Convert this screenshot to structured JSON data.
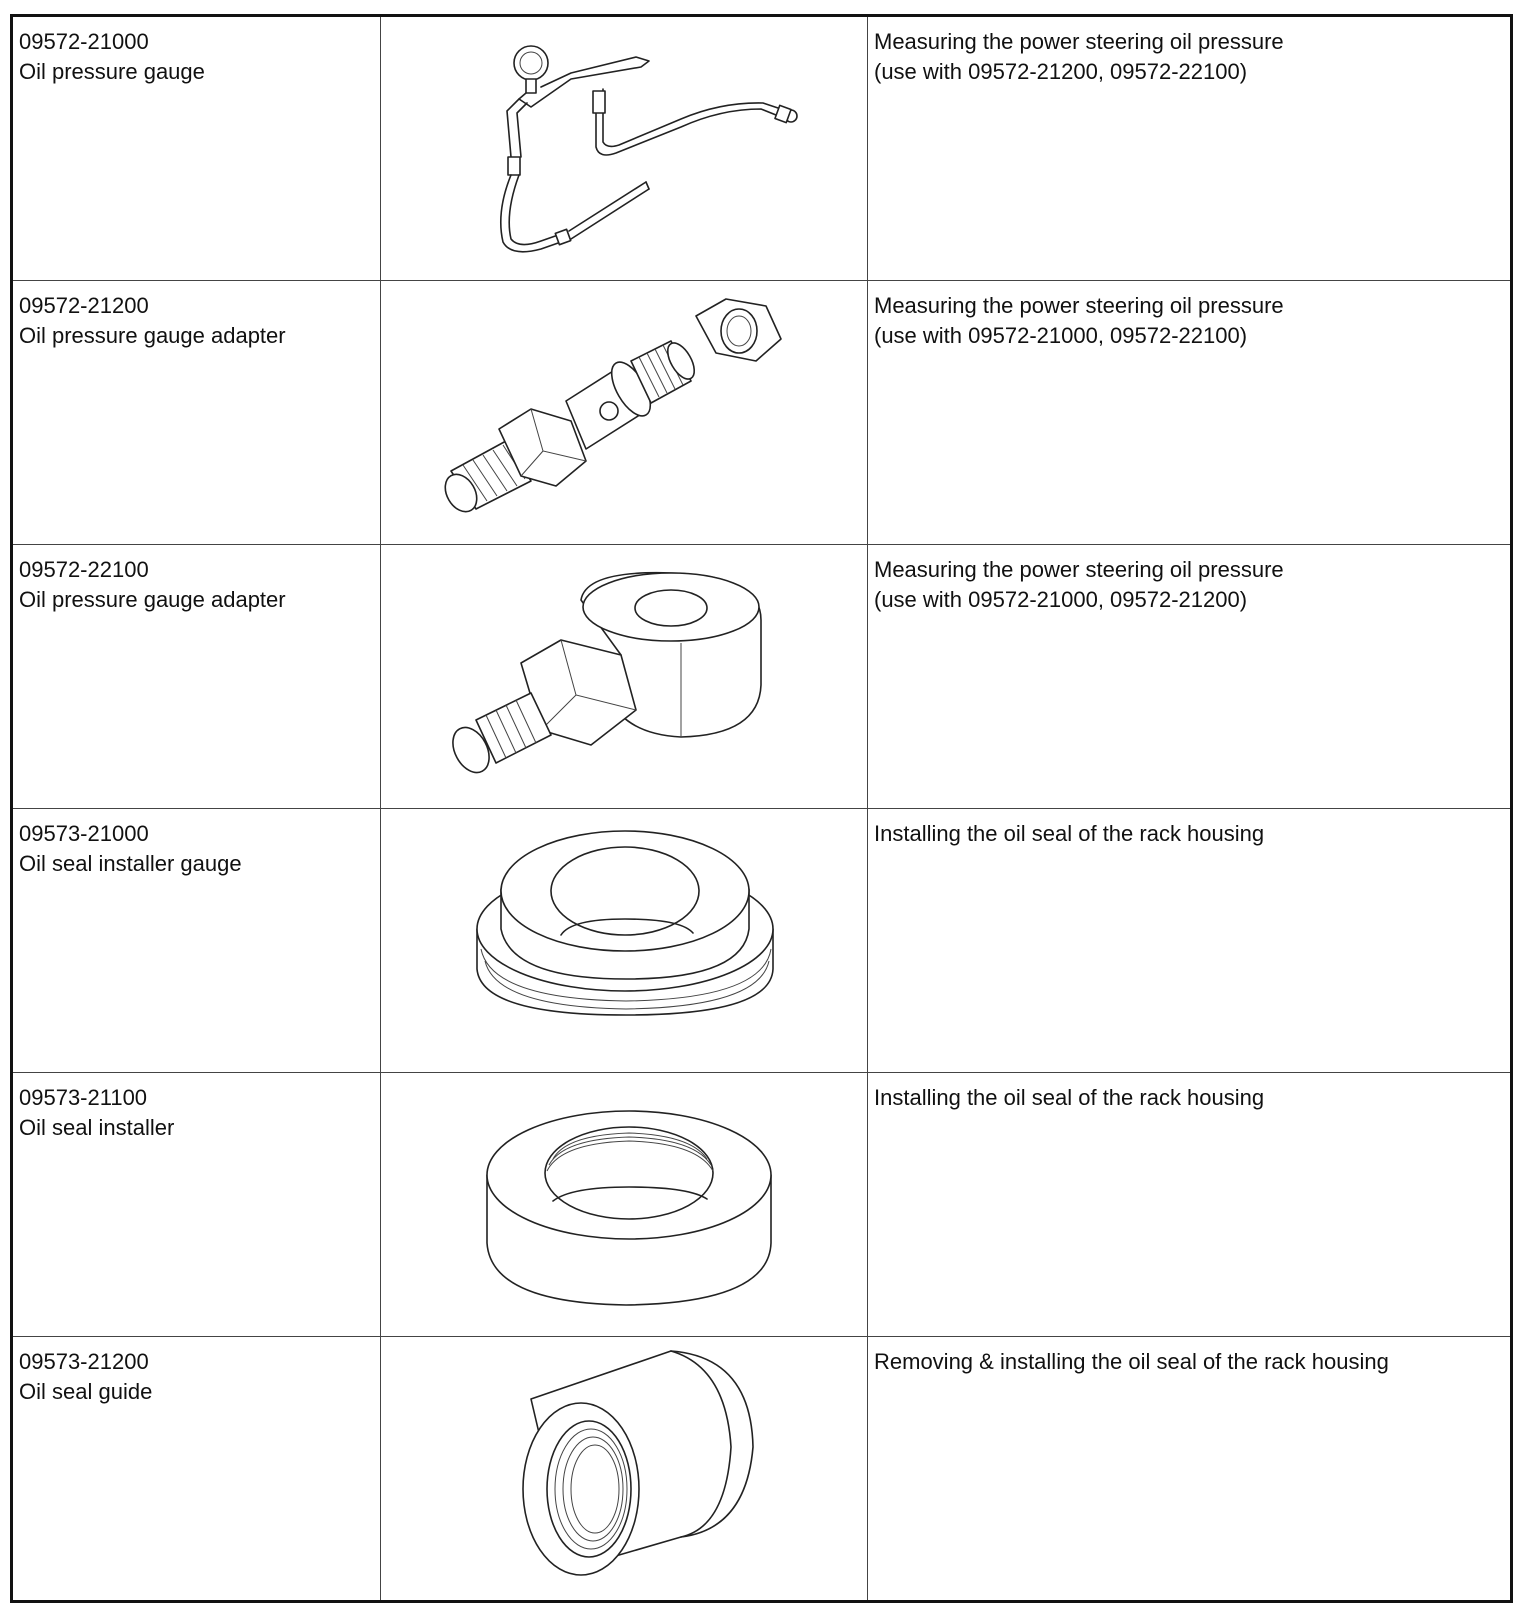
{
  "rows": [
    {
      "part_number": "09572-21000",
      "name": "Oil pressure gauge",
      "illustration_icon": "oil-pressure-gauge-icon",
      "description": [
        "Measuring the power steering oil pressure",
        "(use with 09572-21200, 09572-22100)"
      ]
    },
    {
      "part_number": "09572-21200",
      "name": "Oil pressure gauge adapter",
      "illustration_icon": "gauge-adapter-fitting-icon",
      "description": [
        "Measuring the power steering oil pressure",
        "(use with 09572-21000, 09572-22100)"
      ]
    },
    {
      "part_number": "09572-22100",
      "name": "Oil pressure gauge adapter",
      "illustration_icon": "banjo-adapter-icon",
      "description": [
        "Measuring the power steering oil pressure",
        "(use with 09572-21000, 09572-21200)"
      ]
    },
    {
      "part_number": "09573-21000",
      "name": "Oil seal installer gauge",
      "illustration_icon": "stepped-ring-icon",
      "description": [
        "Installing the oil seal of the rack housing"
      ]
    },
    {
      "part_number": "09573-21100",
      "name": "Oil seal installer",
      "illustration_icon": "threaded-ring-icon",
      "description": [
        "Installing the oil seal of the rack housing"
      ]
    },
    {
      "part_number": "09573-21200",
      "name": "Oil seal guide",
      "illustration_icon": "seal-guide-sleeve-icon",
      "description": [
        "Removing & installing the oil seal of the rack housing"
      ]
    }
  ]
}
